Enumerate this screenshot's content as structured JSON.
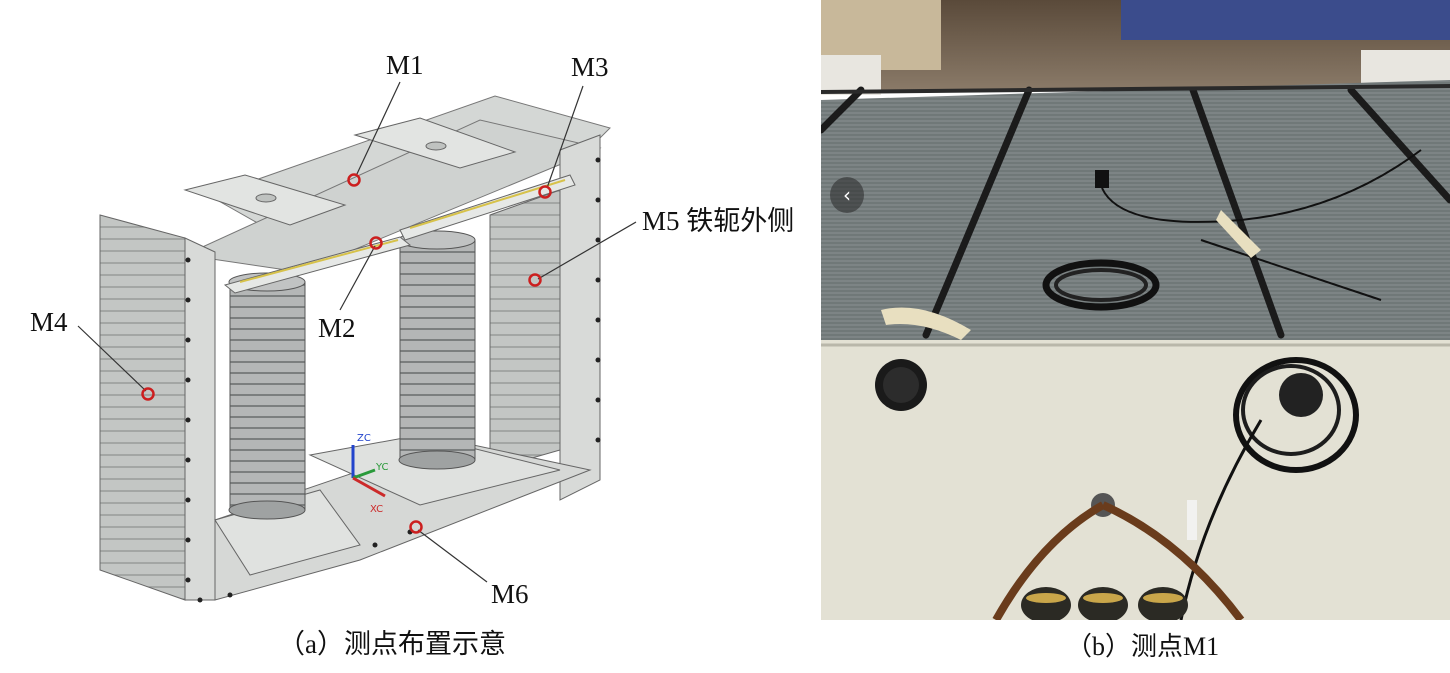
{
  "panel_a": {
    "caption": "（a）测点布置示意",
    "labels": {
      "m1": "M1",
      "m2": "M2",
      "m3": "M3",
      "m4": "M4",
      "m5": "M5 铁轭外侧",
      "m6": "M6"
    },
    "axes": {
      "z": "ZC",
      "y": "YC",
      "x": "XC"
    }
  },
  "panel_b": {
    "caption": "（b）测点M1",
    "nav_icon": "chevron-left-icon",
    "nav_glyph": "‹"
  },
  "colors": {
    "marker": "#cc1f1f",
    "frame": "#c9ccc8",
    "coil": "#a9abab",
    "axis_z": "#2244cc",
    "axis_y": "#2a9a3a",
    "axis_x": "#cc2a2a"
  }
}
